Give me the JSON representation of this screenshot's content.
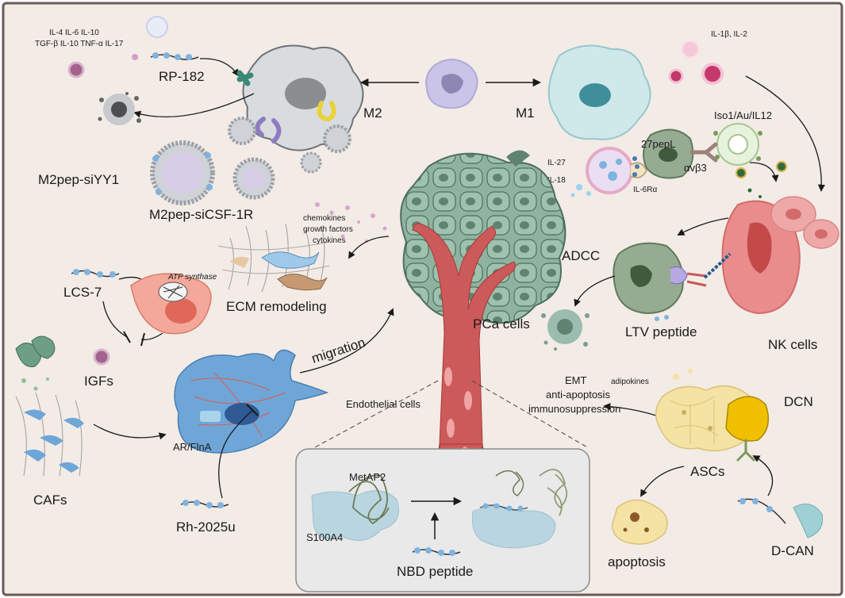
{
  "colors": {
    "background": "#f3ebe5",
    "border": "#6b5a57",
    "macrophage_gray": "#d9dcde",
    "m1_cyan": "#cfe8ea",
    "nk_red": "#e98c8c",
    "tumor_green": "#8fb3a0",
    "vessel_red": "#cc5a5a",
    "peptide_blue": "#7fb3e0",
    "caf_blue": "#6fa6d8",
    "asc_yellow": "#f4e3a3",
    "dcn_gold": "#f0c000",
    "inset_box": "#e9e9e9"
  },
  "labels": {
    "cytokines_m2_line1": "IL-4 IL-6 IL-10",
    "cytokines_m2_line2": "TGF-β IL-10 TNF-α IL-17",
    "rp182": "RP-182",
    "m2": "M2",
    "m1": "M1",
    "il1b_il2": "IL-1β, IL-2",
    "iso1": "Iso1/Au/IL12",
    "pep27": "27pepL",
    "avb3": "αvβ3",
    "il27": "IL-27",
    "il18": "IL-18",
    "il6ra": "IL-6Rα",
    "m2pep_siyy1": "M2pep-siYY1",
    "m2pep_sicsf": "M2pep-siCSF-1R",
    "chemokines": "chemokines",
    "growth_factors": "growth factors",
    "cytokines": "cytokines",
    "ecm": "ECM remodeling",
    "lcs7": "LCS-7",
    "atp": "ATP synthase",
    "igfs": "IGFs",
    "migration": "migration",
    "pca": "PCa cells",
    "adcc": "ADCC",
    "ltv": "LTV peptide",
    "nk": "NK cells",
    "emt": "EMT",
    "anti_apoptosis": "anti-apoptosis",
    "immunosuppression": "immunosuppression",
    "adipokines": "adipokines",
    "dcn": "DCN",
    "ascs": "ASCs",
    "apoptosis": "apoptosis",
    "dcan": "D-CAN",
    "endothelial": "Endothelial cells",
    "ar_flna": "AR/FlnA",
    "cafs": "CAFs",
    "rh2025u": "Rh-2025u",
    "metap2": "MetAP2",
    "s100a4": "S100A4",
    "nbd": "NBD peptide"
  }
}
